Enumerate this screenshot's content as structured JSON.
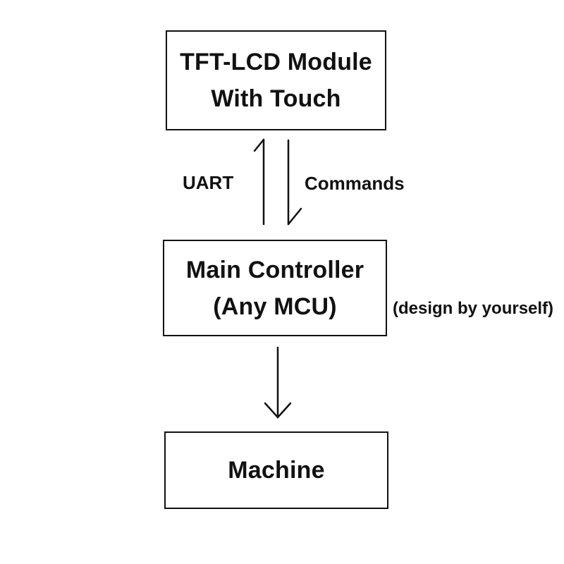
{
  "diagram": {
    "nodes": {
      "lcd_module": {
        "lines": [
          "TFT-LCD Module",
          "With Touch"
        ]
      },
      "main_controller": {
        "lines": [
          "Main Controller",
          "(Any MCU)"
        ]
      },
      "machine": {
        "lines": [
          "Machine"
        ]
      }
    },
    "labels": {
      "uart": "UART",
      "commands": "Commands",
      "controller_note": "(design by yourself)"
    },
    "edges": [
      {
        "from": "main_controller",
        "to": "lcd_module",
        "label": "UART"
      },
      {
        "from": "lcd_module",
        "to": "main_controller",
        "label": "Commands"
      },
      {
        "from": "main_controller",
        "to": "machine",
        "label": ""
      }
    ]
  }
}
